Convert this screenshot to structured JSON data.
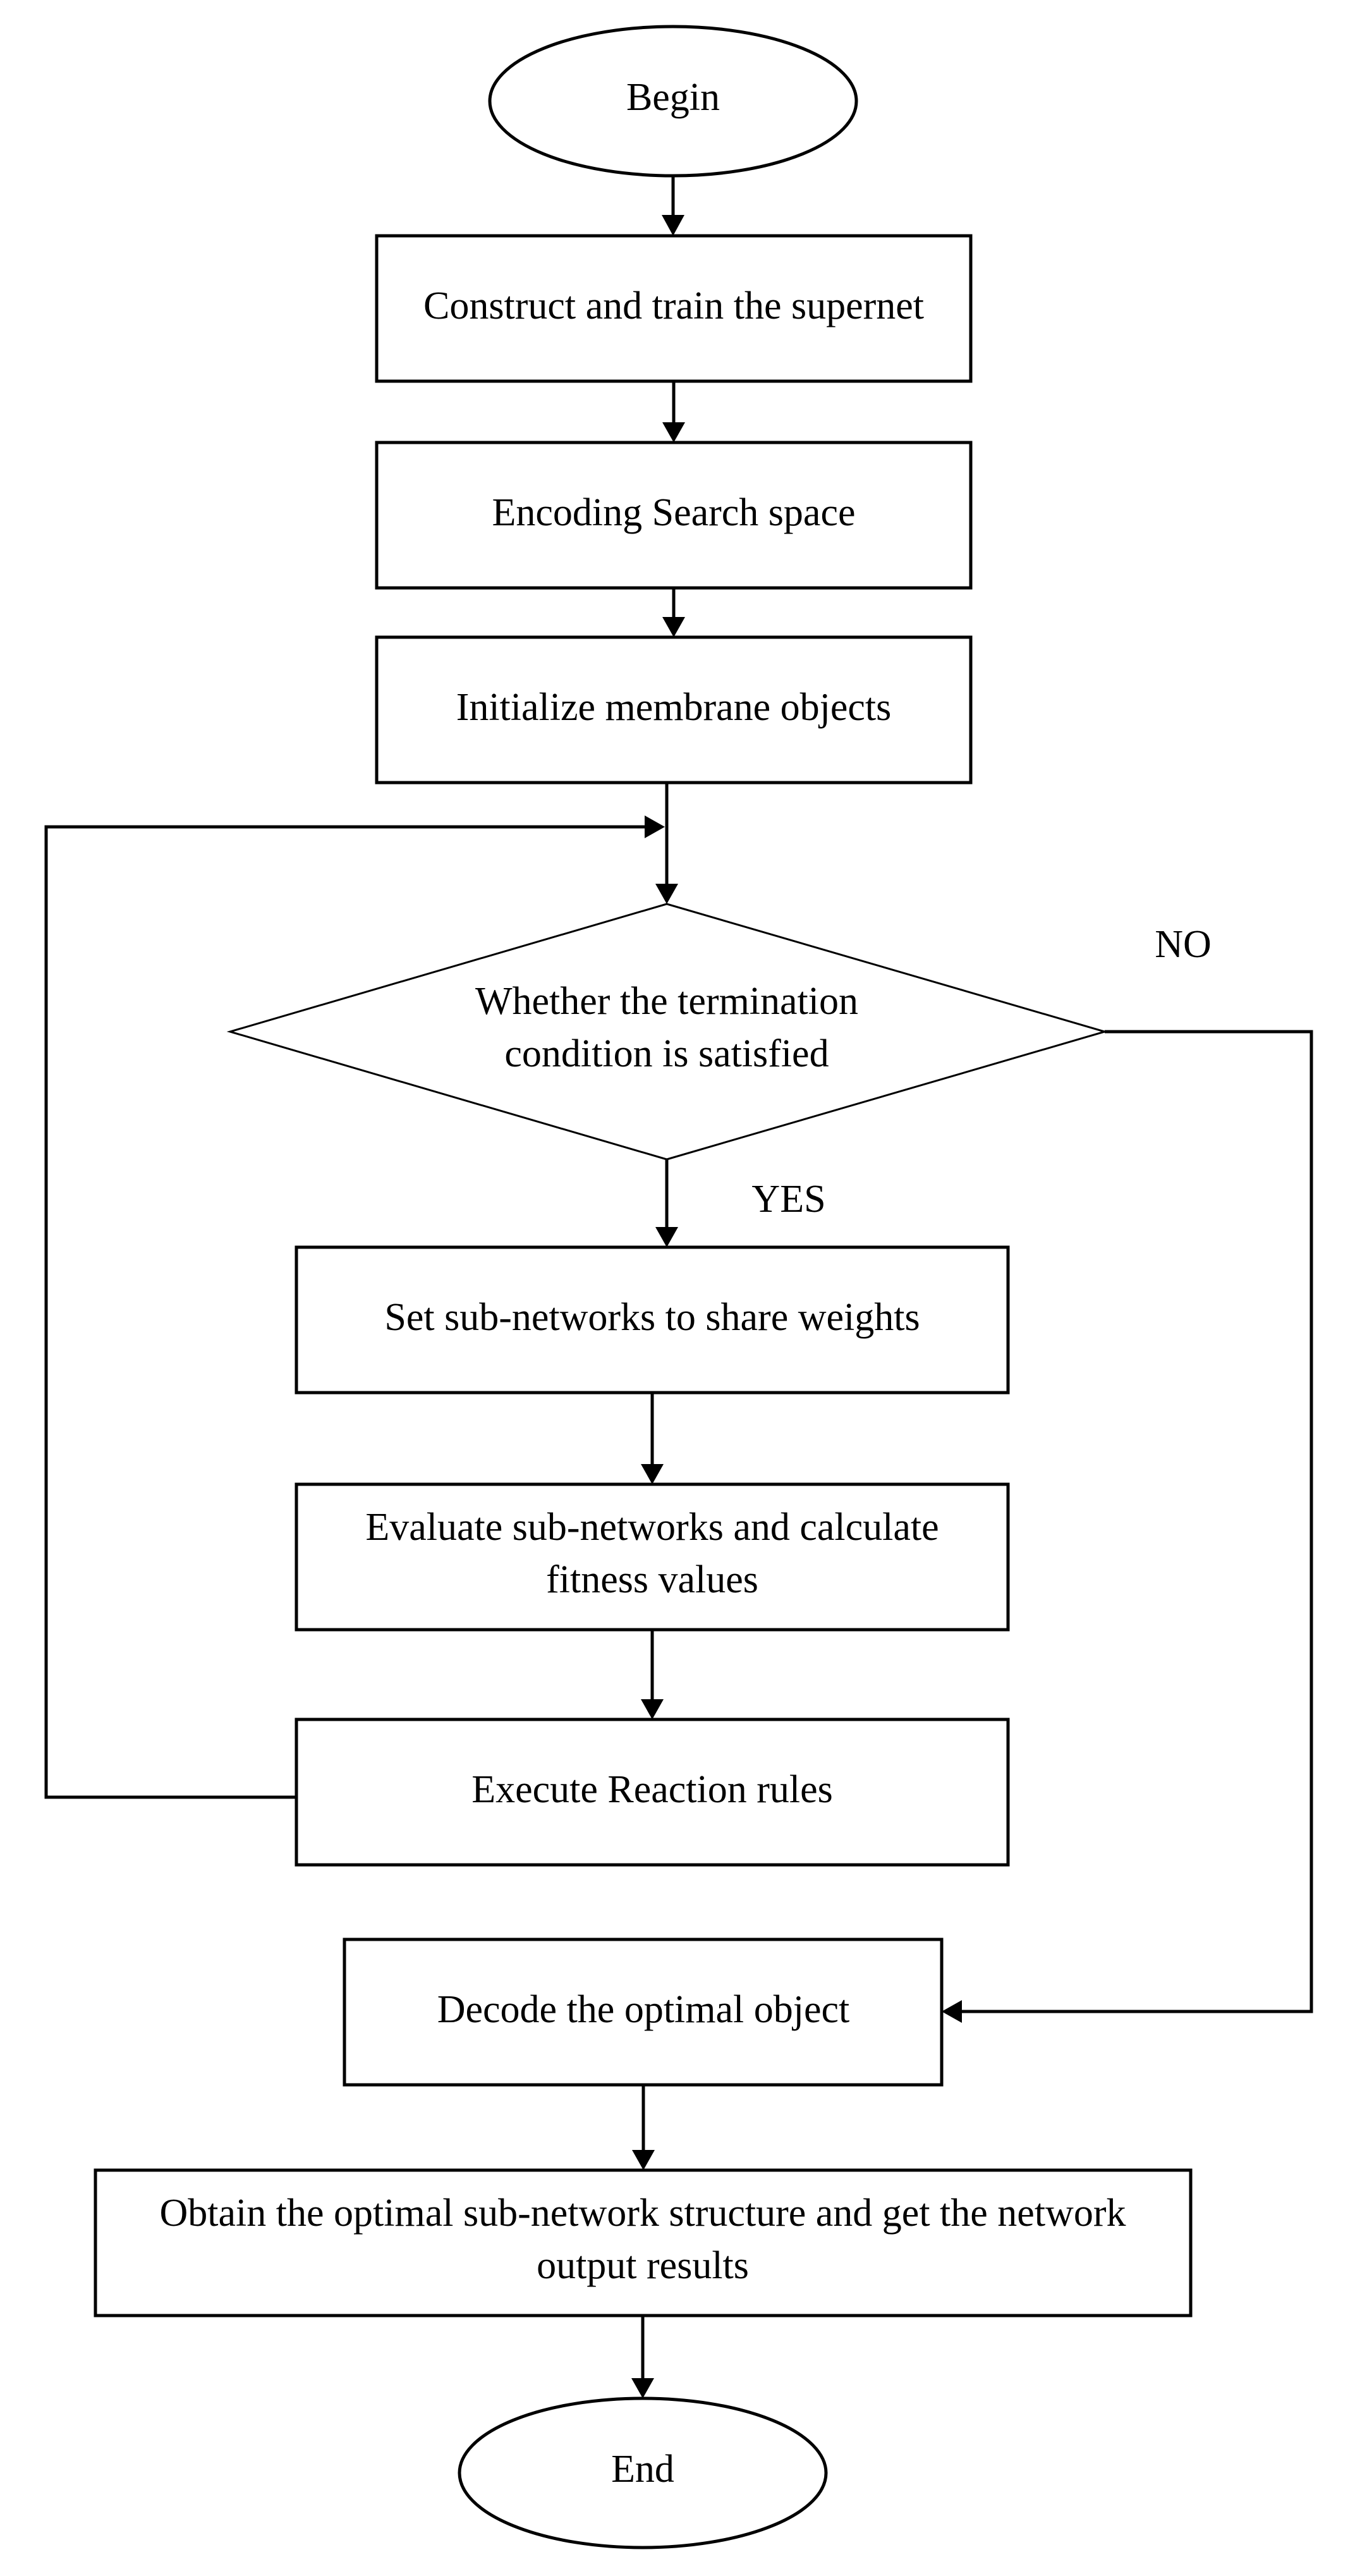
{
  "nodes": {
    "begin": "Begin",
    "construct": "Construct and train the supernet",
    "encoding": "Encoding Search space",
    "initialize": "Initialize membrane objects",
    "decision_line1": "Whether the termination",
    "decision_line2": "condition is satisfied",
    "set_subnetworks": "Set sub-networks to share weights",
    "evaluate_line1": "Evaluate sub-networks and calculate",
    "evaluate_line2": "fitness values",
    "execute": "Execute Reaction rules",
    "decode": "Decode the optimal object",
    "obtain_line1": "Obtain the optimal sub-network structure and get the network",
    "obtain_line2": "output results",
    "end": "End"
  },
  "labels": {
    "no": "NO",
    "yes": "YES"
  }
}
